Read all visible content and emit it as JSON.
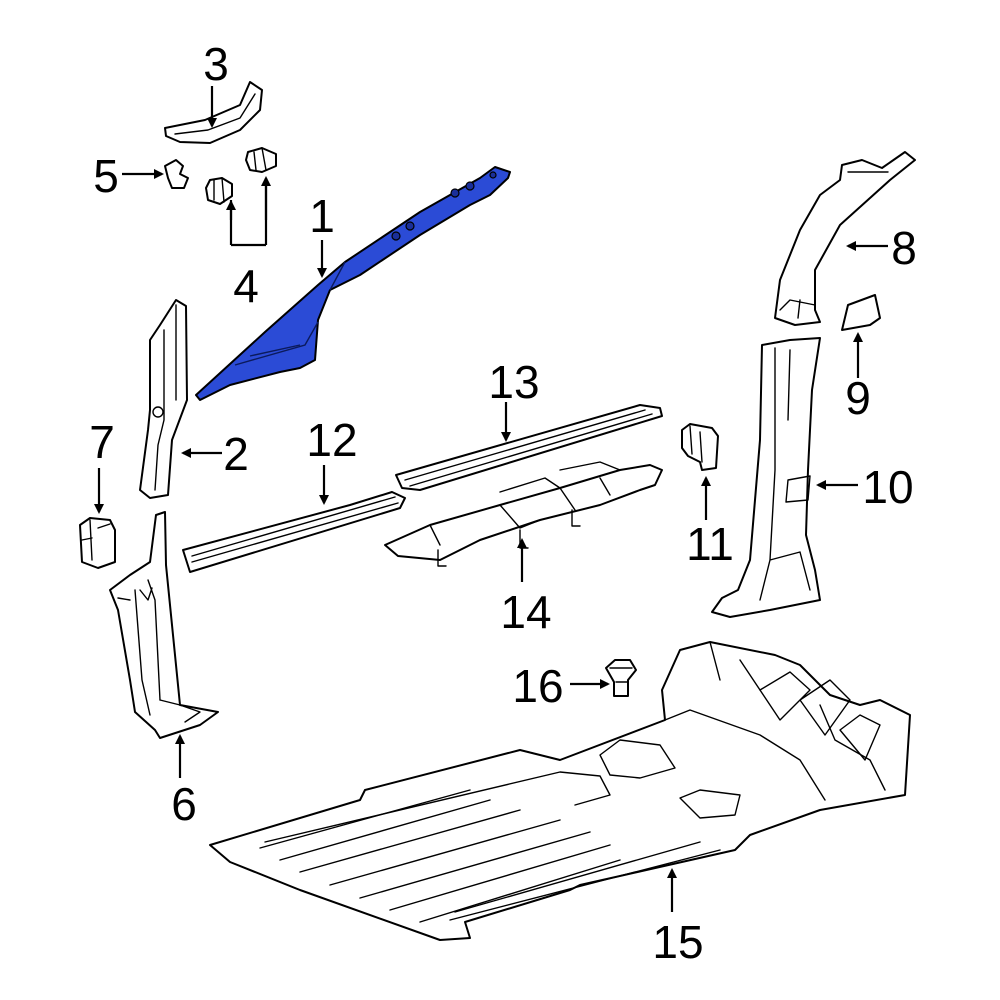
{
  "diagram": {
    "highlight_color": "#2b4bd6",
    "callouts": [
      {
        "id": "1",
        "label": "1"
      },
      {
        "id": "2",
        "label": "2"
      },
      {
        "id": "3",
        "label": "3"
      },
      {
        "id": "4",
        "label": "4"
      },
      {
        "id": "5",
        "label": "5"
      },
      {
        "id": "6",
        "label": "6"
      },
      {
        "id": "7",
        "label": "7"
      },
      {
        "id": "8",
        "label": "8"
      },
      {
        "id": "9",
        "label": "9"
      },
      {
        "id": "10",
        "label": "10"
      },
      {
        "id": "11",
        "label": "11"
      },
      {
        "id": "12",
        "label": "12"
      },
      {
        "id": "13",
        "label": "13"
      },
      {
        "id": "14",
        "label": "14"
      },
      {
        "id": "15",
        "label": "15"
      },
      {
        "id": "16",
        "label": "16"
      }
    ]
  }
}
